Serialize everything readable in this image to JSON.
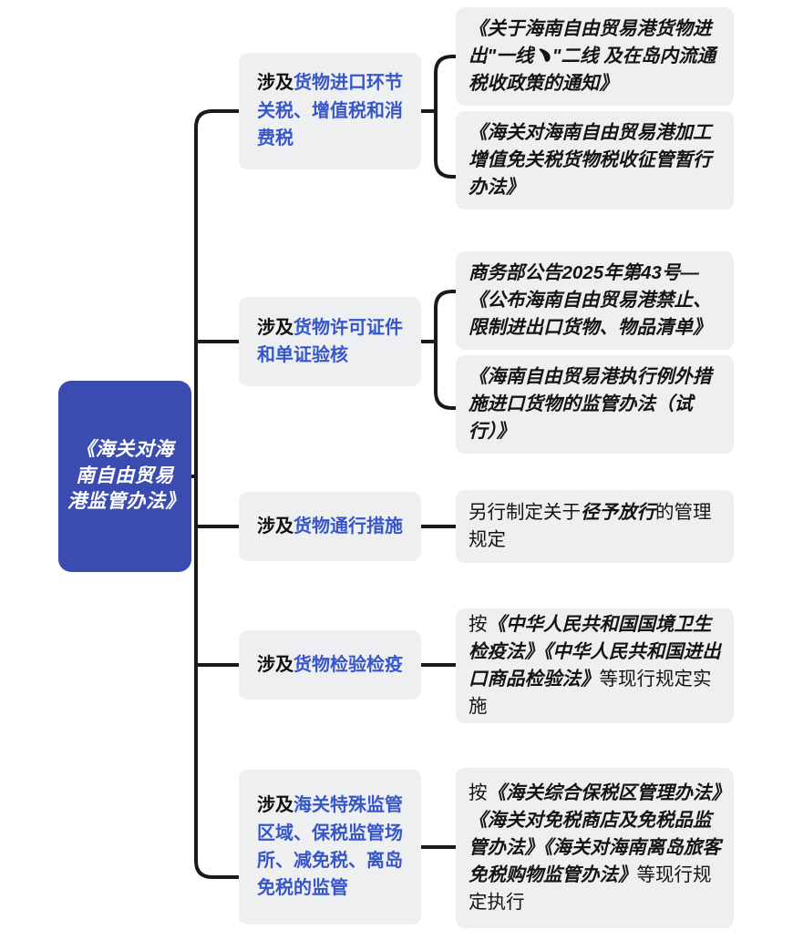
{
  "theme": {
    "root_fill": "#3b4cb0",
    "root_text": "#ffffff",
    "box_fill": "#eeeff1",
    "accent_blue": "#3757c8",
    "lead_black": "#111111",
    "line_color": "#1a1a1a",
    "page_bg": "#ffffff"
  },
  "root": {
    "label": "《海关对海南自由贸易港监管办法》"
  },
  "branches": [
    {
      "id": "branch-goods-import-tax",
      "lead": "涉及",
      "accent": "货物进口环节关税、增值税和消费税",
      "full": "涉及货物进口环节关税、增值税和消费税",
      "leaves": [
        {
          "id": "leaf-notice-one-line-two-line",
          "emphasis": true,
          "text": "《关于海南自由贸易港货物进出\"一线﹅\"二线 及在岛内流通税收政策的通知》"
        },
        {
          "id": "leaf-processing-value-added",
          "emphasis": true,
          "text": "《海关对海南自由贸易港加工增值免关税货物税收征管暂行办法》"
        }
      ]
    },
    {
      "id": "branch-goods-license",
      "lead": "涉及",
      "accent": "货物许可证件和单证验核",
      "full": "涉及货物许可证件和单证验核",
      "leaves": [
        {
          "id": "leaf-mofcom-announcement-43",
          "emphasis": true,
          "text": "商务部公告2025年第43号—《公布海南自由贸易港禁止、限制进出口货物、物品清单》"
        },
        {
          "id": "leaf-exception-measures-trial",
          "emphasis": true,
          "text": "《海南自由贸易港执行例外措施进口货物的监管办法（试行）》"
        }
      ]
    },
    {
      "id": "branch-goods-passage",
      "lead": "涉及",
      "accent": "货物通行措施",
      "full": "涉及货物通行措施",
      "leaves": [
        {
          "id": "leaf-direct-release-rules",
          "emphasis": false,
          "segments": [
            {
              "text": "另行制定关于",
              "em": false
            },
            {
              "text": "径予放行",
              "em": true
            },
            {
              "text": "的管理规定",
              "em": false
            }
          ],
          "text": "另行制定关于径予放行的管理规定"
        }
      ]
    },
    {
      "id": "branch-goods-inspection",
      "lead": "涉及",
      "accent": "货物检验检疫",
      "full": "涉及货物检验检疫",
      "leaves": [
        {
          "id": "leaf-frontier-health-quarantine",
          "emphasis": false,
          "segments": [
            {
              "text": "按",
              "em": false
            },
            {
              "text": "《中华人民共和国国境卫生检疫法》《中华人民共和国进出口商品检验法》",
              "em": true
            },
            {
              "text": "等现行规定实施",
              "em": false
            }
          ],
          "text": "按《中华人民共和国国境卫生检疫法》《中华人民共和国进出口商品检验法》等现行规定实施"
        }
      ]
    },
    {
      "id": "branch-special-customs-areas",
      "lead": "涉及",
      "accent": "海关特殊监管区域、保税监管场所、减免税、离岛免税的监管",
      "full": "涉及海关特殊监管区域、保税监管场所、减免税、离岛免税的监管",
      "leaves": [
        {
          "id": "leaf-comprehensive-bonded-zone",
          "emphasis": false,
          "segments": [
            {
              "text": "按",
              "em": false
            },
            {
              "text": "《海关综合保税区管理办法》《海关对免税商店及免税品监管办法》《海关对海南离岛旅客免税购物监管办法》",
              "em": true
            },
            {
              "text": "等现行规定执行",
              "em": false
            }
          ],
          "text": "按《海关综合保税区管理办法》《海关对免税商店及免税品监管办法》《海关对海南离岛旅客免税购物监管办法》等现行规定执行"
        }
      ]
    }
  ]
}
